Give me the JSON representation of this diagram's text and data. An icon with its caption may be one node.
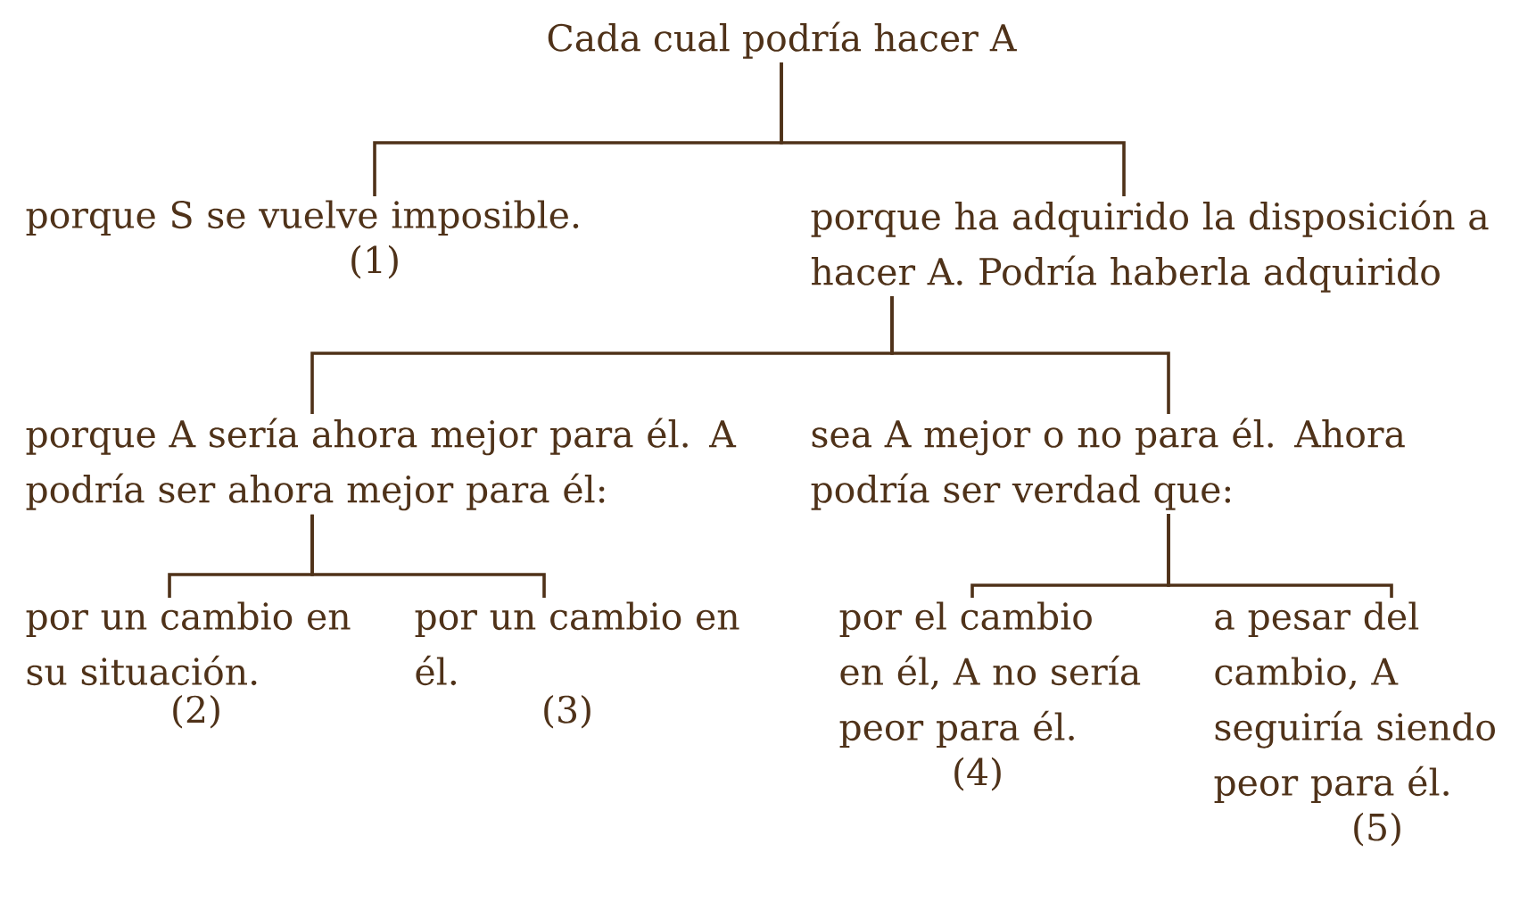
{
  "diagram": {
    "nodes": [
      {
        "text": [
          "Cada cual podría hacer A"
        ]
      },
      {
        "text": [
          "porque S se vuelve imposible."
        ],
        "beside": [
          "(1)"
        ]
      },
      {
        "text": [
          "porque ha adquirido la disposición a hacer A. Podría haberla adquirido"
        ]
      },
      {
        "text": [
          "porque A sería ahora mejor para él. A podría ser ahora mejor para él:"
        ]
      },
      {
        "text": [
          "sea A mejor o no para él. Ahora podría ser verdad que:"
        ]
      },
      {
        "text": [
          "por un cambio en su situación."
        ],
        "beside": [
          "(2)"
        ]
      },
      {
        "text": [
          "por un cambio en él."
        ],
        "beside": [
          "(3)"
        ]
      },
      {
        "text": [
          "por el cambio en él, A no sería peor para él."
        ],
        "beside": [
          "(4)"
        ]
      },
      {
        "text": [
          "a pesar del cambio, A seguiría siendo peor para él."
        ],
        "beside": [
          "(5)"
        ]
      }
    ],
    "edges": [
      {
        "from": 0,
        "to": 1,
        "arrow": "none"
      },
      {
        "from": 0,
        "to": 2,
        "arrow": "none"
      },
      {
        "from": 2,
        "to": 3,
        "arrow": "none"
      },
      {
        "from": 2,
        "to": 4,
        "arrow": "none"
      },
      {
        "from": 3,
        "to": 5,
        "arrow": "none"
      },
      {
        "from": 3,
        "to": 6,
        "arrow": "none"
      },
      {
        "from": 4,
        "to": 7,
        "arrow": "none"
      },
      {
        "from": 4,
        "to": 8,
        "arrow": "none"
      }
    ]
  }
}
